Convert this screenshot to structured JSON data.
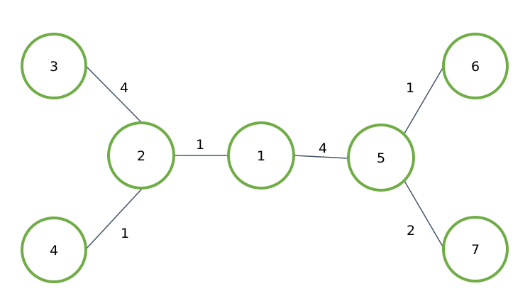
{
  "colors": {
    "node_stroke": "#70ad47",
    "edge_stroke": "#44546a",
    "text": "#000000"
  },
  "nodes": [
    {
      "id": "3",
      "label": "3"
    },
    {
      "id": "2",
      "label": "2"
    },
    {
      "id": "4",
      "label": "4"
    },
    {
      "id": "1",
      "label": "1"
    },
    {
      "id": "5",
      "label": "5"
    },
    {
      "id": "6",
      "label": "6"
    },
    {
      "id": "7",
      "label": "7"
    }
  ],
  "edges": [
    {
      "from": "3",
      "to": "2",
      "weight": "4"
    },
    {
      "from": "4",
      "to": "2",
      "weight": "1"
    },
    {
      "from": "2",
      "to": "1",
      "weight": "1"
    },
    {
      "from": "1",
      "to": "5",
      "weight": "4"
    },
    {
      "from": "5",
      "to": "6",
      "weight": "1"
    },
    {
      "from": "5",
      "to": "7",
      "weight": "2"
    }
  ]
}
